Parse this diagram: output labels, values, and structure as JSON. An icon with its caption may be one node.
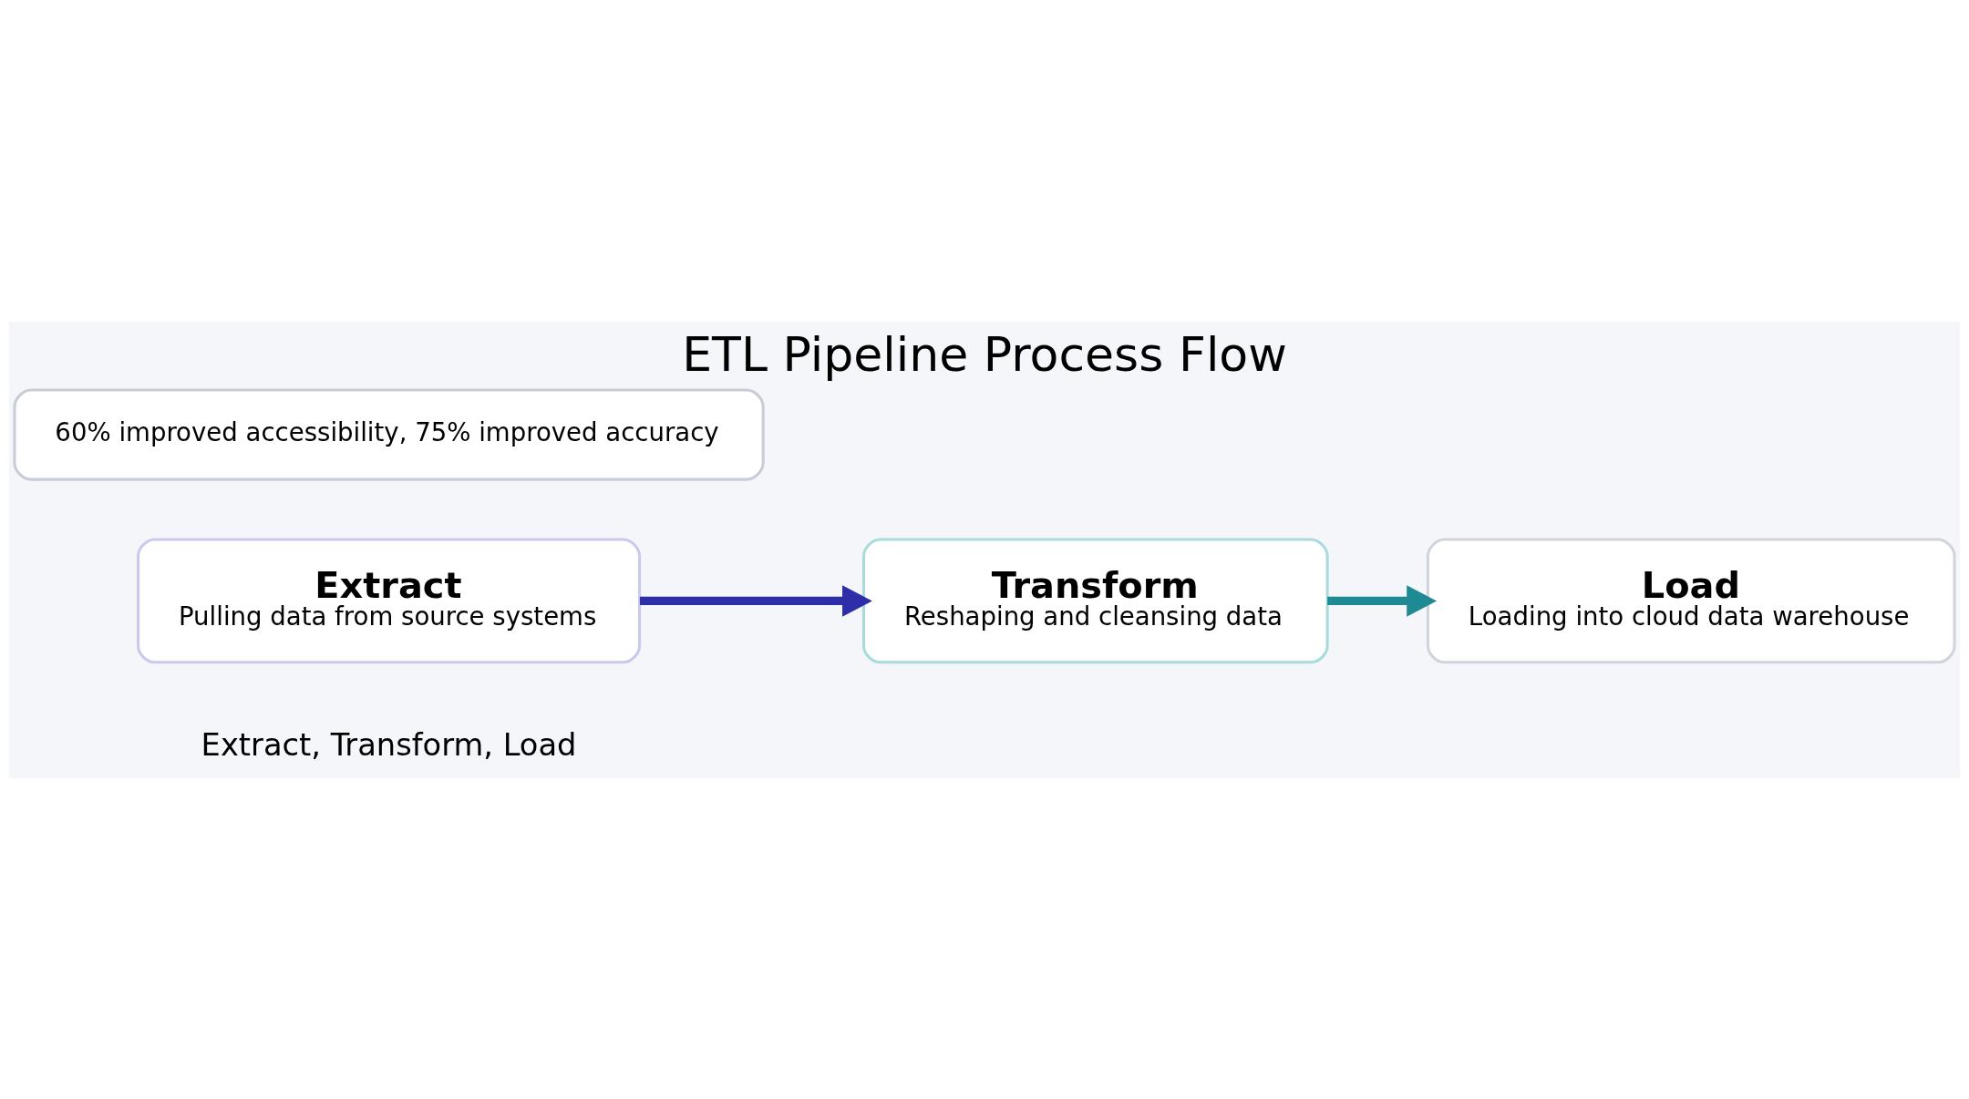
{
  "diagram": {
    "title": "ETL Pipeline Process Flow",
    "nodes": [
      {
        "text": [
          "Extract",
          "Pulling data from source systems"
        ]
      },
      {
        "text": [
          "Transform",
          "Reshaping and cleansing data"
        ]
      },
      {
        "text": [
          "Load",
          "Loading into cloud data warehouse"
        ]
      },
      {
        "text": [
          "60% improved accessibility, 75% improved accuracy"
        ]
      }
    ],
    "edges": [
      {
        "from": 0,
        "to": 1,
        "arrow": "to",
        "color": "#2e2fa8"
      },
      {
        "from": 1,
        "to": 2,
        "arrow": "to",
        "color": "#1f8a94"
      }
    ],
    "labels": [
      "Extract, Transform, Load"
    ]
  }
}
